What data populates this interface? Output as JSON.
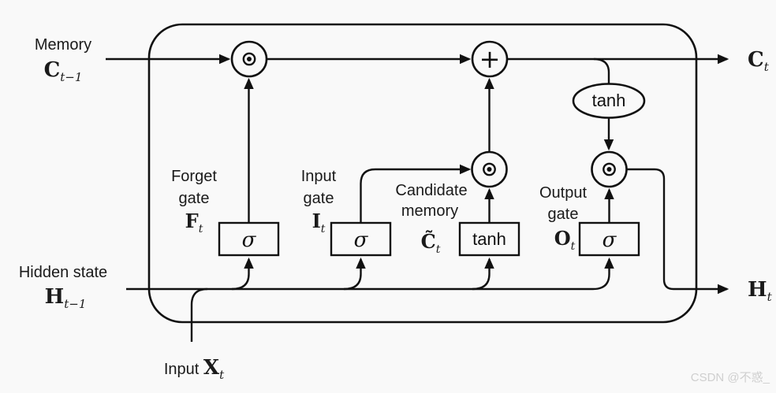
{
  "colors": {
    "background": "#f9f9f9",
    "box_fill": "#53b7ee",
    "node_fill": "#bcd9f4",
    "line": "#111111",
    "watermark": "#cfcfcf"
  },
  "io": {
    "memory_in": {
      "label": "Memory",
      "symbol": "C",
      "subscript": "t−1"
    },
    "hidden_in": {
      "label": "Hidden state",
      "symbol": "H",
      "subscript": "t−1"
    },
    "input_in": {
      "label": "Input ",
      "symbol": "X",
      "subscript": "t"
    },
    "memory_out": {
      "symbol": "C",
      "subscript": "t"
    },
    "hidden_out": {
      "symbol": "H",
      "subscript": "t"
    }
  },
  "gates": {
    "forget": {
      "line1": "Forget",
      "line2": "gate",
      "symbol": "F",
      "subscript": "t",
      "op": "σ"
    },
    "input": {
      "line1": "Input",
      "line2": "gate",
      "symbol": "I",
      "subscript": "t",
      "op": "σ"
    },
    "candidate": {
      "line1": "Candidate",
      "line2": "memory",
      "symbol": "C̃",
      "subscript": "t",
      "op": "tanh"
    },
    "output": {
      "line1": "Output",
      "line2": "gate",
      "symbol": "O",
      "subscript": "t",
      "op": "σ"
    }
  },
  "operators": {
    "sum": "+",
    "tanh": "tanh",
    "elementwise_product_icon": "circled-dot"
  },
  "watermark": "CSDN @不惑_"
}
